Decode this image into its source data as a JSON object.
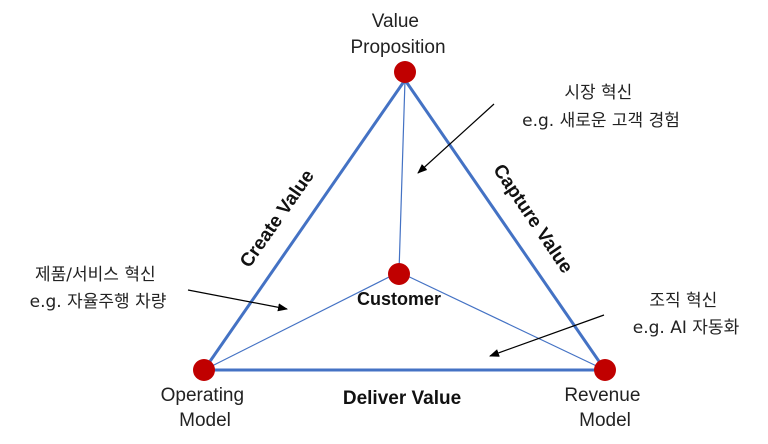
{
  "nodes": {
    "top": {
      "lines": [
        "Value",
        "Proposition"
      ]
    },
    "left": {
      "lines": [
        "Operating",
        "Model"
      ]
    },
    "right": {
      "lines": [
        "Revenue",
        "Model"
      ]
    },
    "center": {
      "label": "Customer"
    }
  },
  "edges": {
    "left": "Create Value",
    "right": "Capture Value",
    "bottom": "Deliver Value"
  },
  "annotations": {
    "market": {
      "title": "시장 혁신",
      "example": "e.g. 새로운 고객 경험"
    },
    "product": {
      "title": "제품/서비스 혁신",
      "example": "e.g. 자율주행 차량"
    },
    "org": {
      "title": "조직 혁신",
      "example": "e.g.  AI 자동화"
    }
  },
  "colors": {
    "edge": "#4472c4",
    "node": "#c00000",
    "arrow": "#000000"
  }
}
